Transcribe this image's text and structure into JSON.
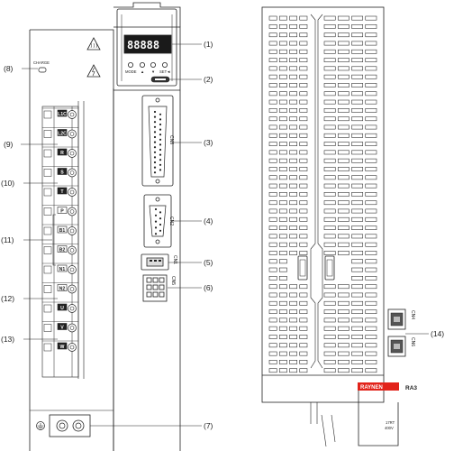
{
  "front": {
    "display_digits": "88888",
    "charge_label": "CHARGE",
    "buttons": [
      {
        "label": "MODE"
      },
      {
        "label": "▲"
      },
      {
        "label": "▼"
      },
      {
        "label": "SET◄"
      }
    ],
    "terminals": [
      "L1C",
      "L2C",
      "R",
      "S",
      "T",
      "P",
      "B1",
      "B2",
      "N1",
      "N2",
      "U",
      "V",
      "W"
    ],
    "connectors": {
      "cn3": "CN3",
      "cn2": "CN2",
      "cn1": "CN1",
      "cn5": "CN5"
    },
    "ground_symbol": "⏚"
  },
  "callouts": [
    {
      "id": "c1",
      "text": "(1)"
    },
    {
      "id": "c2",
      "text": "(2)"
    },
    {
      "id": "c3",
      "text": "(3)"
    },
    {
      "id": "c4",
      "text": "(4)"
    },
    {
      "id": "c5",
      "text": "(5)"
    },
    {
      "id": "c6",
      "text": "(6)"
    },
    {
      "id": "c7",
      "text": "(7)"
    },
    {
      "id": "c8",
      "text": "(8)"
    },
    {
      "id": "c9",
      "text": "(9)"
    },
    {
      "id": "c10",
      "text": "(10)"
    },
    {
      "id": "c11",
      "text": "(11)"
    },
    {
      "id": "c12",
      "text": "(12)"
    },
    {
      "id": "c13",
      "text": "(13)"
    },
    {
      "id": "c14",
      "text": "(14)"
    }
  ],
  "side": {
    "cn4": "CN4",
    "cn6": "CN6",
    "brand": "RAYNEN",
    "model": "RA3",
    "rating_line1": "17RT",
    "rating_line2": "400V"
  },
  "colors": {
    "line": "#222222",
    "brand_bg": "#e2231a",
    "display_bg": "#1a1a1a"
  }
}
